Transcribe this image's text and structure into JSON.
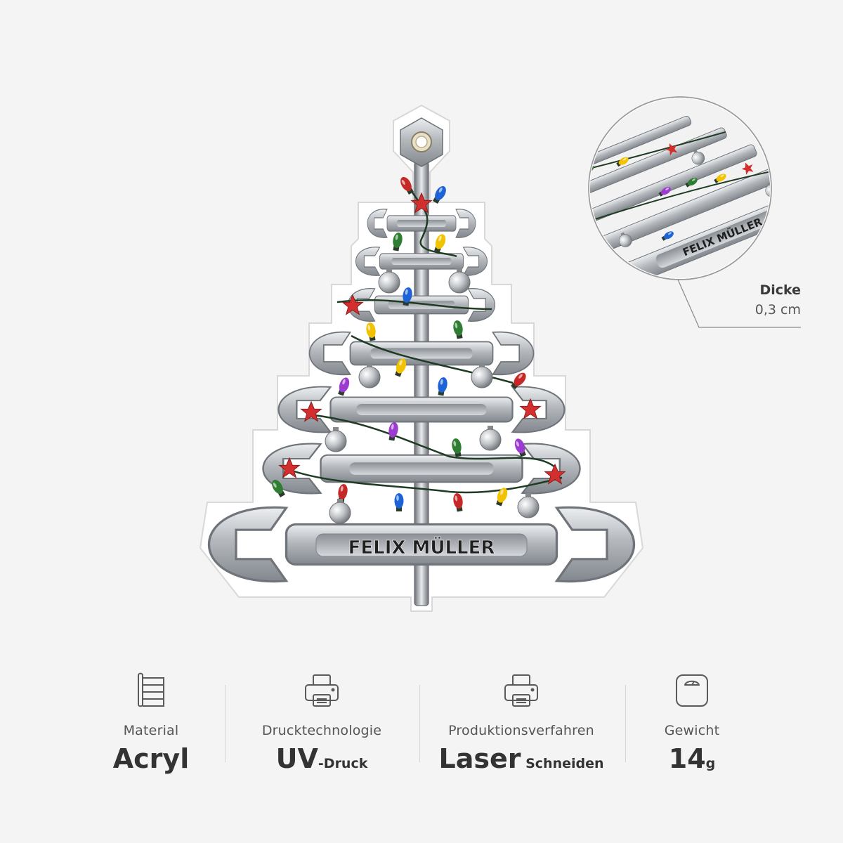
{
  "ornament": {
    "name_text": "FELIX MÜLLER"
  },
  "thickness_callout": {
    "label": "Dicke",
    "value": "0,3 cm"
  },
  "specs": [
    {
      "label": "Material",
      "value_main": "Acryl",
      "value_suffix": "",
      "icon": "acrylic-sheet-icon"
    },
    {
      "label": "Drucktechnologie",
      "value_main": "UV",
      "value_suffix": "-Druck",
      "icon": "printer-icon"
    },
    {
      "label": "Produktionsverfahren",
      "value_main": "Laser",
      "value_suffix": " Schneiden",
      "icon": "printer-icon"
    },
    {
      "label": "Gewicht",
      "value_main": "14",
      "value_suffix": "g",
      "icon": "scale-icon"
    }
  ],
  "colors": {
    "background": "#f4f4f4",
    "steel": "#b9bcc0",
    "light_red": "#c62828",
    "light_green": "#2e7d32",
    "light_blue": "#1e63d6",
    "light_yellow": "#f2c200",
    "light_purple": "#9c3bd0",
    "wire": "#1f3b24"
  }
}
